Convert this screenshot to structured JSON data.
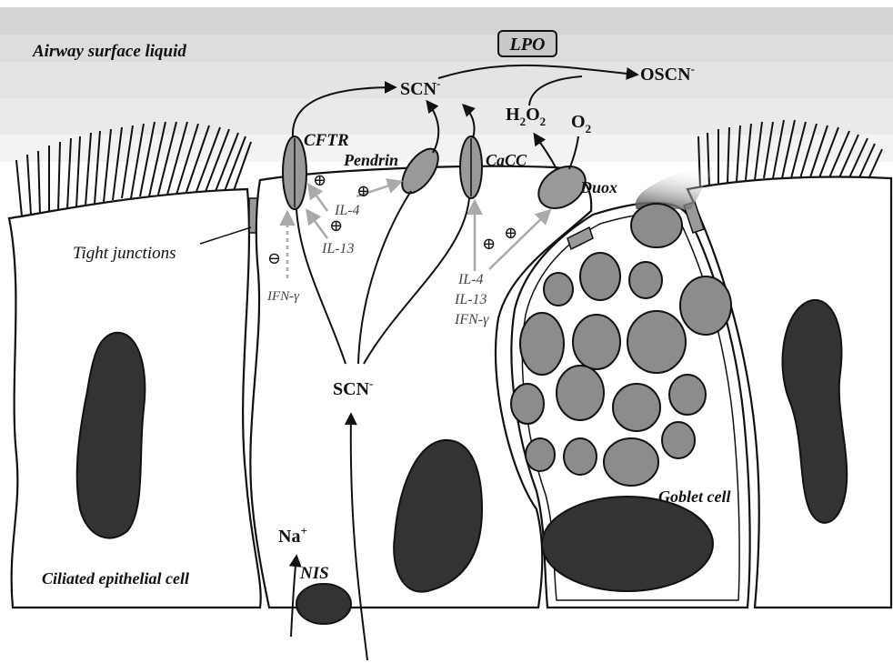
{
  "surface": {
    "airway_label": "Airway surface liquid",
    "enzyme_label": "LPO",
    "product_label": "OSCN",
    "product_charge": "-",
    "thiocyanate_top": "SCN",
    "thiocyanate_top_charge": "-",
    "h2o2_label": "H",
    "h2o2_sub1": "2",
    "h2o2_mid": "O",
    "h2o2_sub2": "2",
    "o2_label": "O",
    "o2_sub": "2"
  },
  "channels": {
    "cftr": "CFTR",
    "pendrin": "Pendrin",
    "cacc": "CaCC",
    "duox": "Duox",
    "nis": "NIS"
  },
  "regulators": {
    "il4": "IL-4",
    "il13": "IL-13",
    "ifn": "IFN-γ",
    "plus": "⊕",
    "minus": "⊖"
  },
  "cytosol": {
    "thiocyanate": "SCN",
    "thiocyanate_charge": "-",
    "sodium": "Na",
    "sodium_charge": "+"
  },
  "cells": {
    "tight_junctions": "Tight junctions",
    "ciliated": "Ciliated epithelial cell",
    "goblet": "Goblet cell"
  },
  "colors": {
    "nucleus": "#333333",
    "granule": "#8c8c8c",
    "channel": "#999999",
    "arrow_grey": "#b0b0b0",
    "band_dark": "#d6d6d6",
    "band_light": "#f2f2f2"
  }
}
